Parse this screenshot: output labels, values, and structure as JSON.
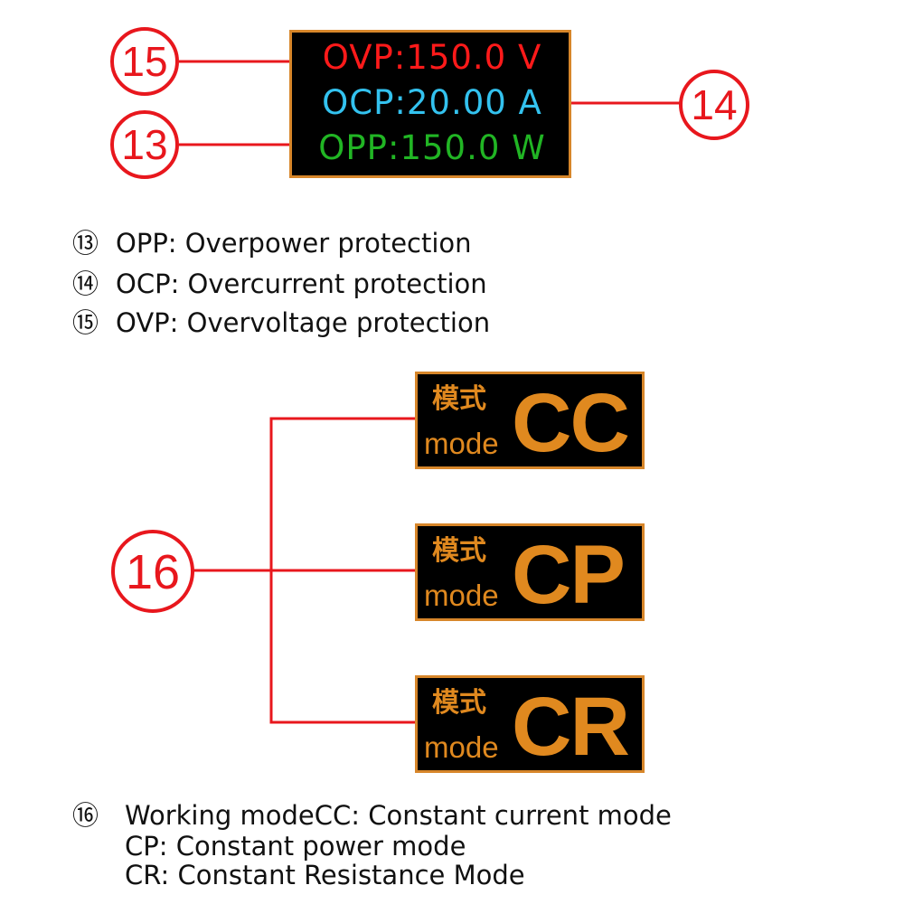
{
  "protection_display": {
    "ovp": "OVP:150.0 V",
    "ocp": "OCP:20.00 A",
    "opp": "OPP:150.0 W"
  },
  "callouts": {
    "c13": "13",
    "c14": "14",
    "c15": "15",
    "c16": "16"
  },
  "protection_legend": [
    {
      "mark": "⑬",
      "text": "OPP: Overpower protection"
    },
    {
      "mark": "⑭",
      "text": "OCP: Overcurrent protection"
    },
    {
      "mark": "⑮",
      "text": "OVP: Overvoltage protection"
    }
  ],
  "mode_screens": [
    {
      "cn": "模式",
      "en": "mode",
      "code": "CC"
    },
    {
      "cn": "模式",
      "en": "mode",
      "code": "CP"
    },
    {
      "cn": "模式",
      "en": "mode",
      "code": "CR"
    }
  ],
  "mode_legend": {
    "mark": "⑯",
    "lines": [
      "Working modeCC: Constant current mode",
      "CP: Constant power mode",
      "CR: Constant Resistance Mode"
    ]
  },
  "colors": {
    "callout_red": "#e8171d",
    "ovp_red": "#ff1a1a",
    "ocp_blue": "#33c2ef",
    "opp_green": "#21b524",
    "mode_orange": "#e0891f",
    "screen_border": "#d7862a"
  }
}
